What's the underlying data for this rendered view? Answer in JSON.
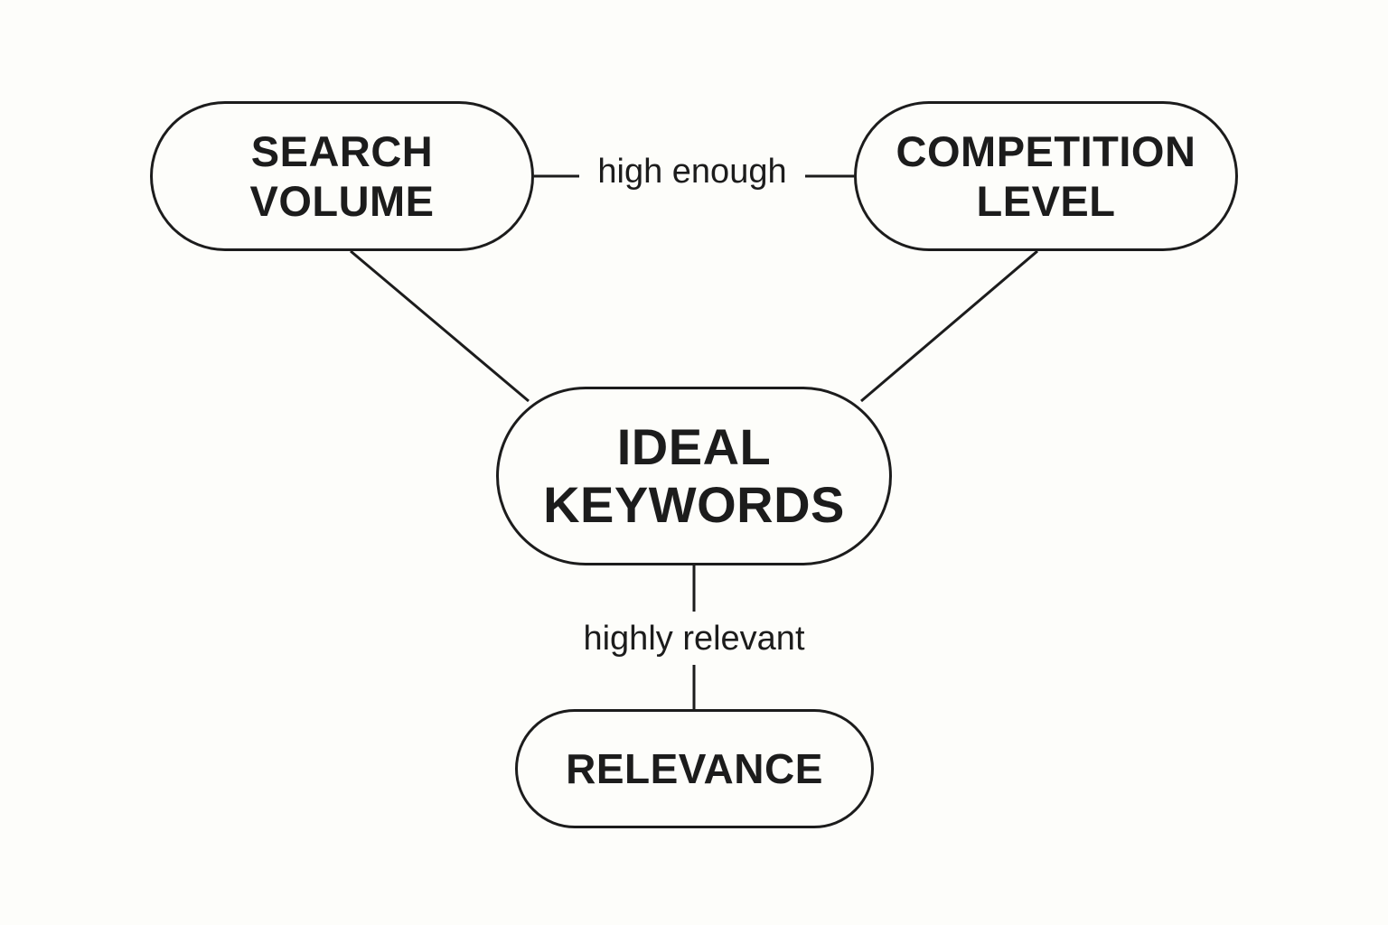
{
  "nodes": {
    "search_volume": {
      "line1": "SEARCH",
      "line2": "VOLUME"
    },
    "competition_level": {
      "line1": "COMPETITION",
      "line2": "LEVEL"
    },
    "ideal_keywords": {
      "line1": "IDEAL",
      "line2": "KEYWORDS"
    },
    "relevance": {
      "line1": "RELEVANCE"
    }
  },
  "edges": {
    "volume_to_competition": "high enough",
    "ideal_to_relevance": "highly relevant"
  },
  "colors": {
    "background": "#fdfdfa",
    "stroke": "#1c1c1c",
    "text": "#1c1c1c"
  }
}
